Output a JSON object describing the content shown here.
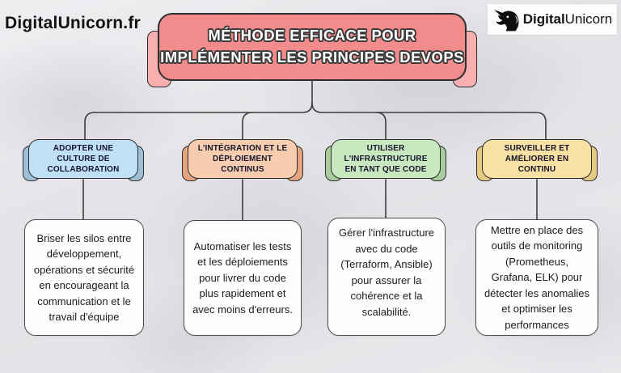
{
  "header": {
    "site_label": "DigitalUnicorn.fr",
    "brand": {
      "bold": "Digital",
      "light": "Unicorn"
    }
  },
  "diagram": {
    "title_line1": "MÉTHODE EFFICACE POUR",
    "title_line2": "IMPLÉMENTER LES PRINCIPES DEVOPS",
    "branches": [
      {
        "label": "ADOPTER UNE\nCULTURE DE\nCOLLABORATION",
        "description": "Briser les silos entre développement, opérations et sécurité en encourageant la communication et le travail d'équipe",
        "fill": "#BFE0F6",
        "tab": "#9EC0D6"
      },
      {
        "label": "L'INTÉGRATION ET LE\nDÉPLOIEMENT\nCONTINUS",
        "description": "Automatiser les tests et les déploiements pour livrer du code plus rapidement et avec moins d'erreurs.",
        "fill": "#F7CCAF",
        "tab": "#E2A57F"
      },
      {
        "label": "UTILISER\nL'INFRASTRUCTURE\nEN TANT QUE CODE",
        "description": "Gérer l'infrastructure avec du code (Terraform, Ansible) pour assurer la cohérence et la scalabilité.",
        "fill": "#C8E8C0",
        "tab": "#A8CC9D"
      },
      {
        "label": "SURVEILLER ET\nAMÉLIORER EN\nCONTINU",
        "description": "Mettre en place des outils de monitoring (Prometheus, Grafana, ELK) pour détecter les anomalies et optimiser les performances",
        "fill": "#F8E1A2",
        "tab": "#E8CB82"
      }
    ],
    "colors": {
      "background": "#E6E5E8",
      "title_fill": "#F28C8C",
      "title_tab": "#F7AFAF",
      "card_bg": "#FEFEFE",
      "outline": "#2E2E2E",
      "connector": "#3D3D3D"
    }
  }
}
